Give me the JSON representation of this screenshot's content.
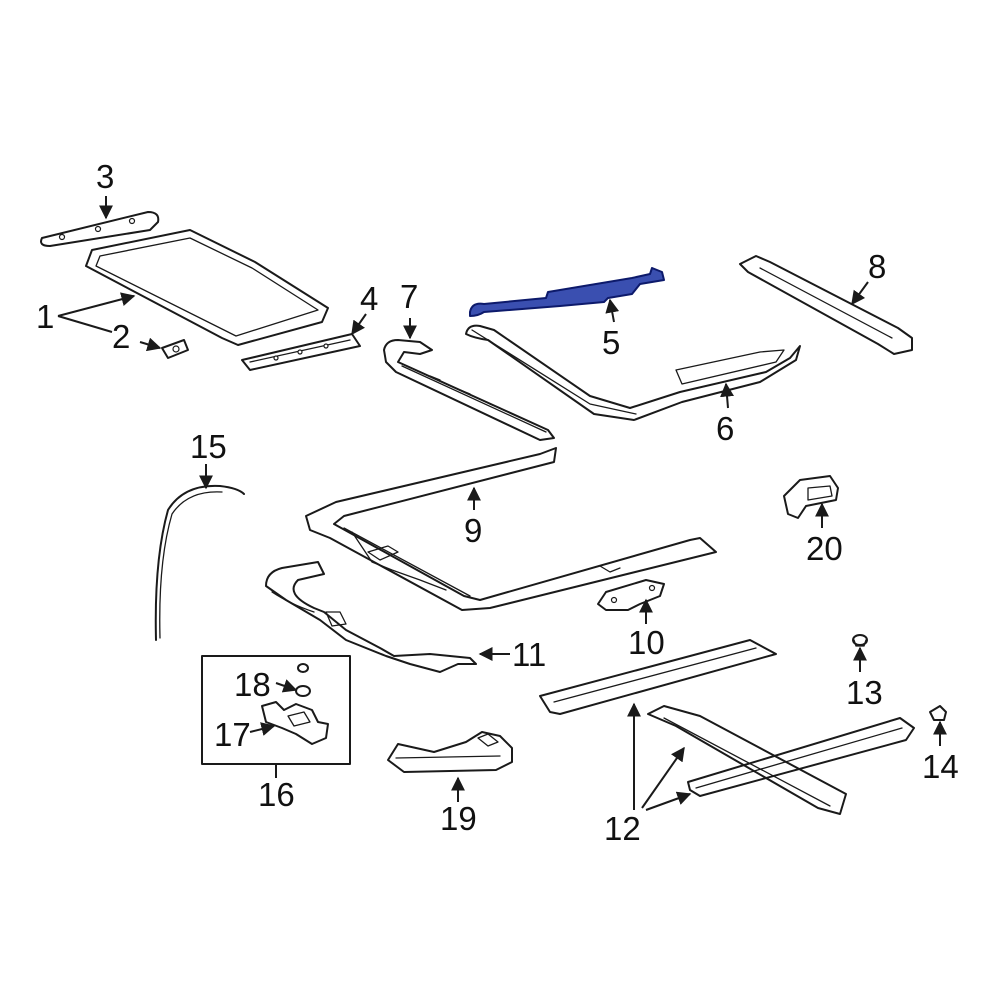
{
  "diagram": {
    "highlight_color": "#3a4fb0",
    "line_color": "#1a1a1a",
    "background": "#ffffff",
    "highlighted_part": "5",
    "callouts": [
      "1",
      "2",
      "3",
      "4",
      "5",
      "6",
      "7",
      "8",
      "9",
      "10",
      "11",
      "12",
      "13",
      "14",
      "15",
      "16",
      "17",
      "18",
      "19",
      "20"
    ]
  }
}
